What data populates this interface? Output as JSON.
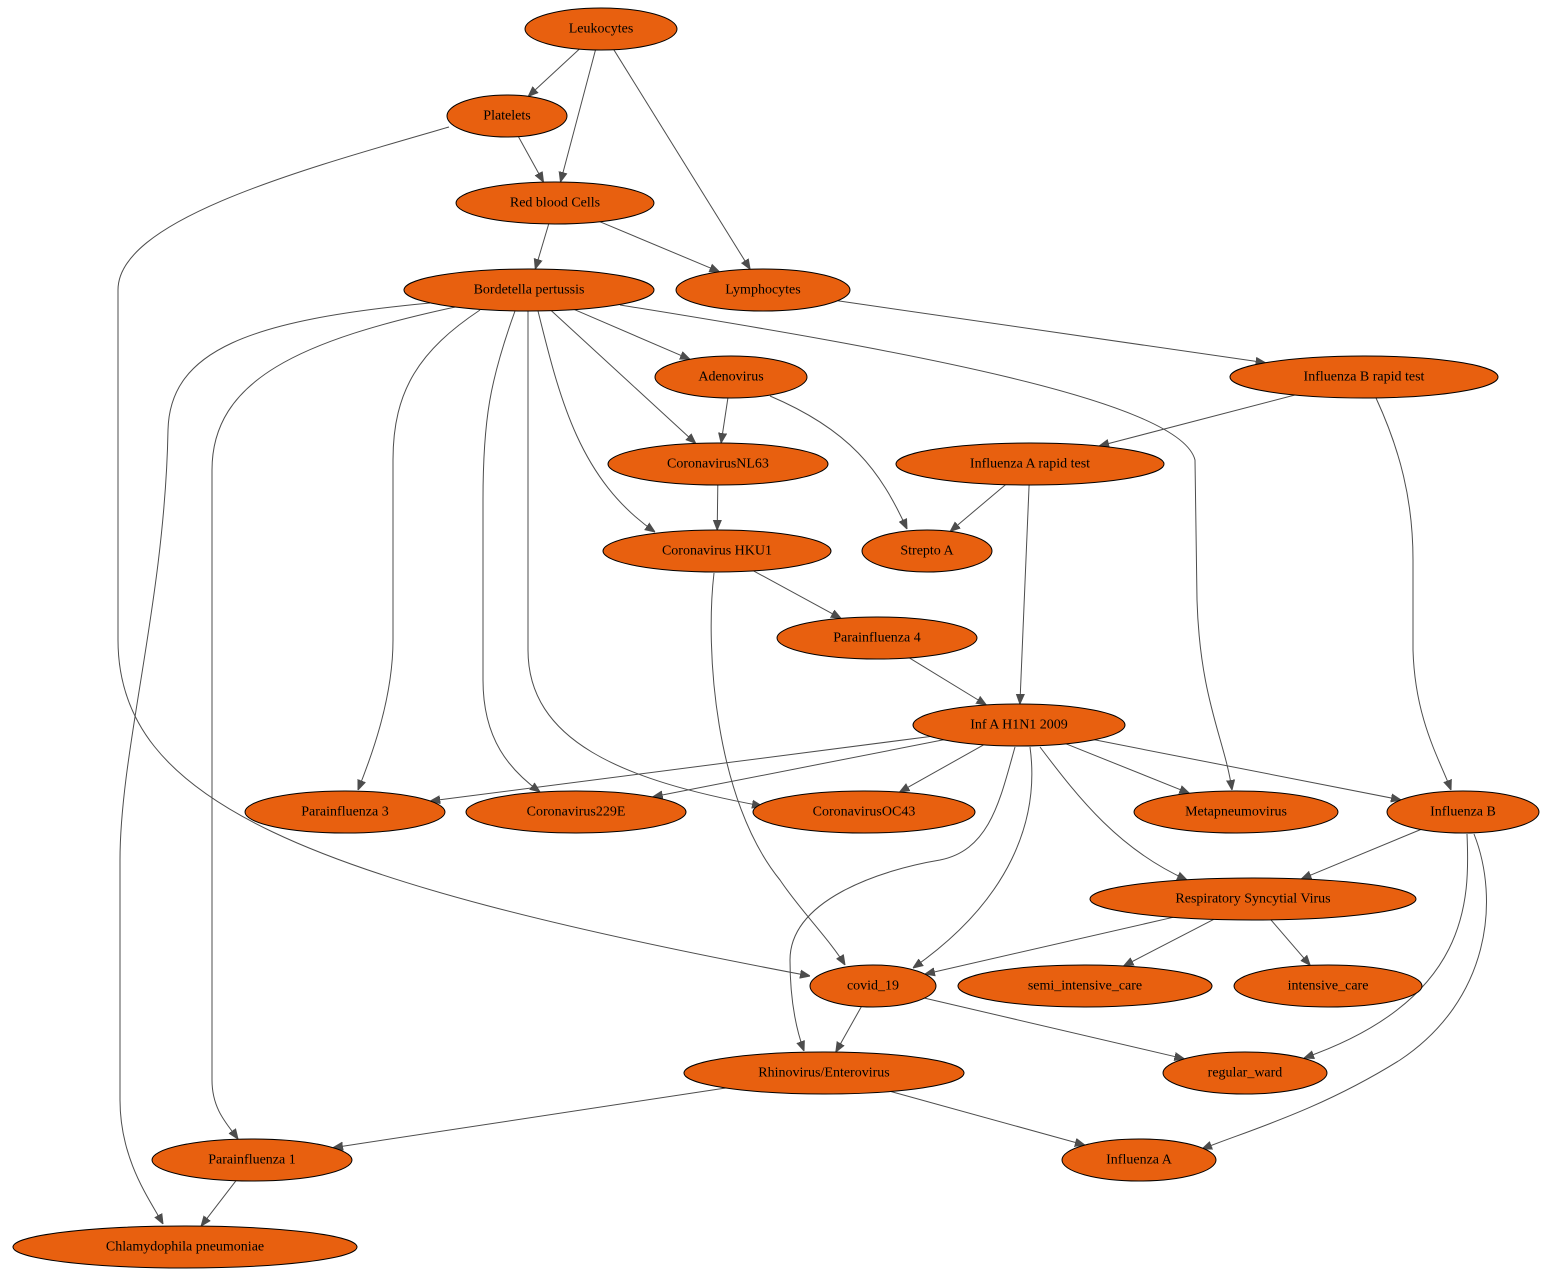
{
  "colors": {
    "node_fill": "#e8600f",
    "edge": "#4d4d4d"
  },
  "nodes": {
    "leuk": "Leukocytes",
    "plat": "Platelets",
    "rbc": "Red blood Cells",
    "bord": "Bordetella pertussis",
    "lymph": "Lymphocytes",
    "adeno": "Adenovirus",
    "ibrap": "Influenza B rapid test",
    "nl63": "CoronavirusNL63",
    "iarap": "Influenza A rapid test",
    "hku1": "Coronavirus HKU1",
    "strep": "Strepto A",
    "para4": "Parainfluenza 4",
    "h1n1": "Inf A H1N1 2009",
    "para3": "Parainfluenza 3",
    "c229e": "Coronavirus229E",
    "oc43": "CoronavirusOC43",
    "meta": "Metapneumovirus",
    "infb": "Influenza B",
    "rsv": "Respiratory Syncytial Virus",
    "covid": "covid_19",
    "semi": "semi_intensive_care",
    "icu": "intensive_care",
    "rhino": "Rhinovirus/Enterovirus",
    "ward": "regular_ward",
    "para1": "Parainfluenza 1",
    "infa": "Influenza A",
    "chlam": "Chlamydophila pneumoniae"
  },
  "edges": [
    [
      "leuk",
      "plat"
    ],
    [
      "leuk",
      "rbc"
    ],
    [
      "leuk",
      "lymph"
    ],
    [
      "plat",
      "rbc"
    ],
    [
      "plat",
      "covid"
    ],
    [
      "rbc",
      "bord"
    ],
    [
      "rbc",
      "lymph"
    ],
    [
      "lymph",
      "ibrap"
    ],
    [
      "bord",
      "adeno"
    ],
    [
      "bord",
      "nl63"
    ],
    [
      "bord",
      "hku1"
    ],
    [
      "bord",
      "para3"
    ],
    [
      "bord",
      "c229e"
    ],
    [
      "bord",
      "oc43"
    ],
    [
      "bord",
      "meta"
    ],
    [
      "bord",
      "para1"
    ],
    [
      "bord",
      "chlam"
    ],
    [
      "adeno",
      "nl63"
    ],
    [
      "adeno",
      "strep"
    ],
    [
      "ibrap",
      "iarap"
    ],
    [
      "ibrap",
      "infb"
    ],
    [
      "iarap",
      "strep"
    ],
    [
      "iarap",
      "h1n1"
    ],
    [
      "nl63",
      "hku1"
    ],
    [
      "hku1",
      "para4"
    ],
    [
      "hku1",
      "covid"
    ],
    [
      "para4",
      "h1n1"
    ],
    [
      "h1n1",
      "para3"
    ],
    [
      "h1n1",
      "c229e"
    ],
    [
      "h1n1",
      "oc43"
    ],
    [
      "h1n1",
      "meta"
    ],
    [
      "h1n1",
      "infb"
    ],
    [
      "h1n1",
      "rsv"
    ],
    [
      "h1n1",
      "covid"
    ],
    [
      "h1n1",
      "rhino"
    ],
    [
      "infb",
      "rsv"
    ],
    [
      "infb",
      "ward"
    ],
    [
      "infb",
      "infa"
    ],
    [
      "rsv",
      "covid"
    ],
    [
      "rsv",
      "semi"
    ],
    [
      "rsv",
      "icu"
    ],
    [
      "covid",
      "rhino"
    ],
    [
      "covid",
      "ward"
    ],
    [
      "rhino",
      "para1"
    ],
    [
      "rhino",
      "infa"
    ],
    [
      "para1",
      "chlam"
    ]
  ]
}
